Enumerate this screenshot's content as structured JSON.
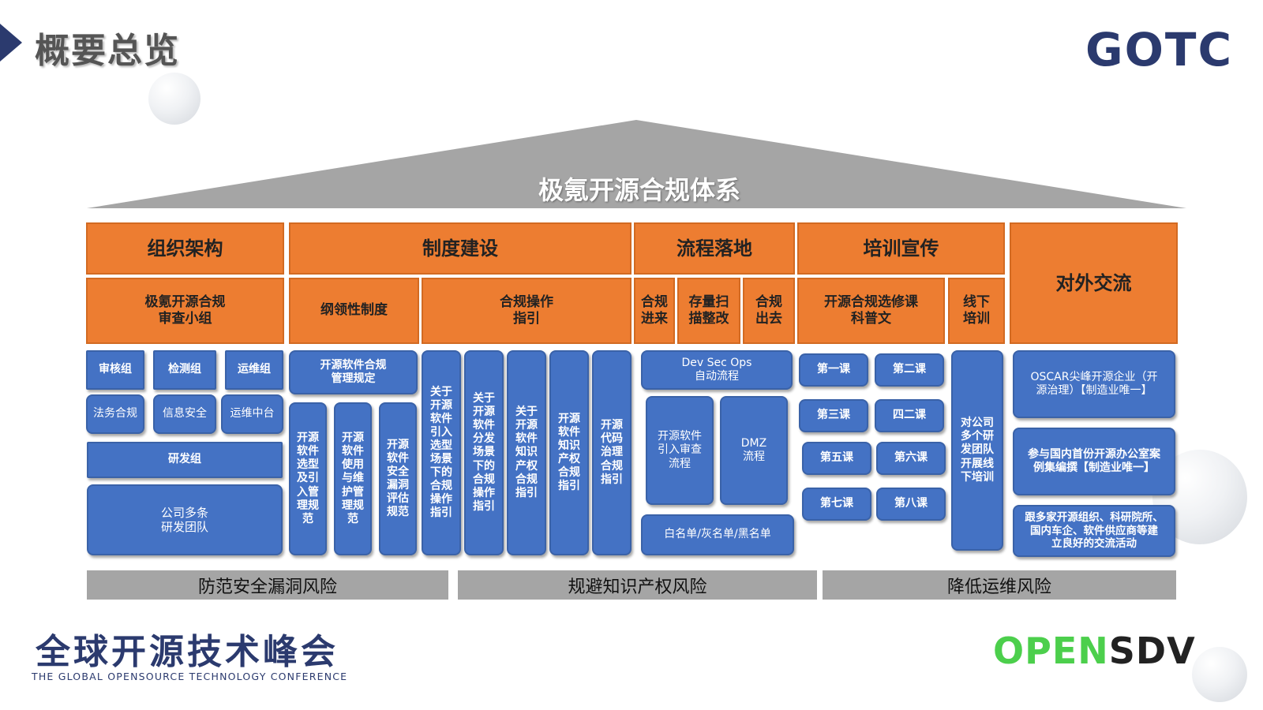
{
  "header": {
    "title": "概要总览",
    "logo_text": "GOTC"
  },
  "roof": {
    "title": "极氪开源合规体系"
  },
  "pillars": {
    "org": {
      "title": "组织架构",
      "sub": "极氪开源合规\n审查小组",
      "groups": [
        "审核组",
        "检测组",
        "运维组"
      ],
      "units": [
        "法务合规",
        "信息安全",
        "运维中台"
      ],
      "rd_group": "研发组",
      "rd_teams": "公司多条\n研发团队"
    },
    "policy": {
      "title": "制度建设",
      "sub1": "纲领性制度",
      "sub2": "合规操作\n指引",
      "mgmt": "开源软件合规\n管理规定",
      "specs": [
        "开源\n软件\n选型\n及引\n入管\n理规\n范",
        "开源\n软件\n使用\n与维\n护管\n理规\n范",
        "开源\n软件\n安全\n漏洞\n评估\n规范"
      ],
      "guides": [
        "关于\n开源\n软件\n引入\n选型\n场景\n下的\n合规\n操作\n指引",
        "关于\n开源\n软件\n分发\n场景\n下的\n合规\n操作\n指引",
        "关于\n开源\n软件\n知识\n产权\n合规\n指引",
        "开源\n软件\n知识\n产权\n合规\n指引",
        "开源\n代码\n治理\n合规\n指引"
      ]
    },
    "process": {
      "title": "流程落地",
      "subs": [
        "合规\n进来",
        "存量扫\n描整改",
        "合规\n出去"
      ],
      "devsecops": "Dev Sec Ops\n自动流程",
      "review_flow": "开源软件\n引入审查\n流程",
      "dmz_flow": "DMZ\n流程",
      "lists": "白名单/灰名单/黑名单"
    },
    "training": {
      "title": "培训宣传",
      "sub1": "开源合规选修课\n科普文",
      "sub2": "线下\n培训",
      "courses": [
        "第一课",
        "第二课",
        "第三课",
        "四二课",
        "第五课",
        "第六课",
        "第七课",
        "第八课"
      ],
      "offline": "对公司\n多个研\n发团队\n开展线\n下培训"
    },
    "external": {
      "title": "对外交流",
      "items": [
        "OSCAR尖峰开源企业（开\n源治理）【制造业唯一】",
        "参与国内首份开源办公室案\n例集编撰【制造业唯一】",
        "跟多家开源组织、科研院所、\n国内车企、软件供应商等建\n立良好的交流活动"
      ]
    }
  },
  "foundation": [
    "防范安全漏洞风险",
    "规避知识产权风险",
    "降低运维风险"
  ],
  "footer": {
    "conf_cn": "全球开源技术峰会",
    "conf_en": "THE GLOBAL OPENSOURCE TECHNOLOGY CONFERENCE",
    "partner_green": "OPEN",
    "partner_dark": "SDV"
  },
  "colors": {
    "orange": "#ed7d31",
    "blue": "#4472c4",
    "gray": "#a5a5a5",
    "navy": "#2b3a6e",
    "green": "#4ccf4c"
  }
}
